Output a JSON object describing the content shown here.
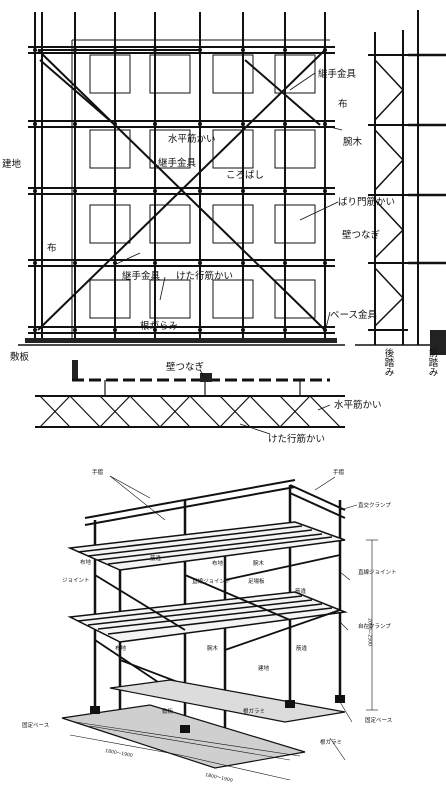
{
  "top_figure": {
    "labels": {
      "tsugite_kanagu_top": "継手金具",
      "nuno_top": "布",
      "suihei_sujikai": "水平筋かい",
      "tsugite_kanagu_mid": "継手金具",
      "udegi": "腕木",
      "tatechi": "建地",
      "korobashi": "ころばし",
      "haribiki_sujikai": "ばり門筋かい",
      "kabetsunagi_side": "壁つなぎ",
      "nuno_left": "布",
      "tsugite_kanagu_low": "継手金具",
      "ketayuki_sujikai": "けた行筋かい",
      "negaramimi": "根がらみ",
      "base_kanagu": "ベース金具",
      "shikiita": "敷板",
      "ushiro_suji": "後踏み",
      "mae_suji": "前踏み"
    }
  },
  "middle_figure": {
    "labels": {
      "kabetsunagi": "壁つなぎ",
      "suihei_sujikai": "水平筋かい",
      "ketayuki_sujikai": "けた行筋かい"
    }
  },
  "bottom_figure": {
    "labels": {
      "tesuri_left": "手摺",
      "tesuri_right": "手摺",
      "chokko_clamp": "直交クランプ",
      "nunoji_left": "布地",
      "sujikai_left": "筋違",
      "nunoji_center": "布地",
      "udegi_top": "腕木",
      "joint_left": "ジョイント",
      "chokusen_joint": "直線ジョイント",
      "kokyakuzai": "足場板",
      "sujikai_right": "筋違",
      "chokusen_joint_right": "直線ジョイント",
      "jiyu_clamp": "自在クランプ",
      "nunoji_lower": "布地",
      "udegi_lower": "腕木",
      "sujikai_lower": "筋違",
      "tatechi": "建地",
      "shikiita": "敷板",
      "negarami_center": "根ガラミ",
      "negarami_right": "根ガラミ",
      "kotei_base_left": "固定ベース",
      "kotei_base_right": "固定ベース"
    },
    "dimensions": {
      "height": "2000〜2500",
      "length_1": "1800〜1900",
      "length_2": "1800〜1900"
    }
  }
}
